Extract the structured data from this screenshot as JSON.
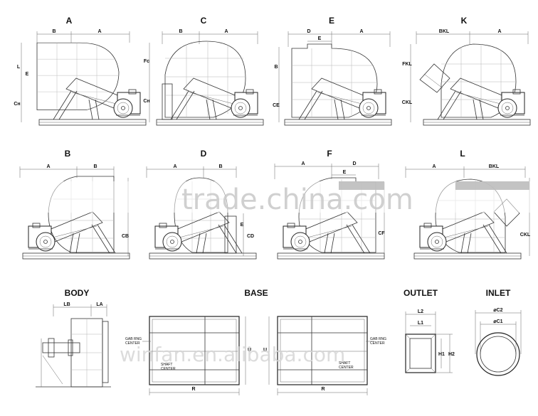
{
  "top_row": [
    {
      "letter": "A",
      "dim_left": "B",
      "dim_right": "A",
      "side_h1": "L",
      "side_e": "E",
      "side_h2": "Cн"
    },
    {
      "letter": "C",
      "dim_left": "B",
      "dim_right": "A",
      "side_h1": "Fc",
      "side_h2": "Cн"
    },
    {
      "letter": "E",
      "dim_left": "D",
      "dim_right": "A",
      "dim_small": "E",
      "side_h1": "B",
      "side_h2": "CE"
    },
    {
      "letter": "K",
      "dim_left": "BKL",
      "dim_right": "A",
      "side_h1": "FKL",
      "side_h2": "CKL"
    }
  ],
  "mid_row": [
    {
      "letter": "B",
      "dim_left": "A",
      "dim_right": "B",
      "side_h2": "CB"
    },
    {
      "letter": "D",
      "dim_left": "A",
      "dim_right": "B",
      "side_e": "E",
      "side_h2": "CD"
    },
    {
      "letter": "F",
      "dim_left": "A",
      "dim_right": "D",
      "dim_small": "E",
      "side_h2": "CF"
    },
    {
      "letter": "L",
      "dim_left": "A",
      "dim_right": "BKL",
      "side_h2": "CKL"
    }
  ],
  "body": {
    "title": "BODY",
    "dim_1": "LB",
    "dim_2": "LA"
  },
  "base": {
    "title": "BASE",
    "left": {
      "bearing_label": "GAB RNG",
      "bearing_label_2": "CENTER",
      "shaft_label": "SHAFT",
      "shaft_label_2": "CENTER",
      "dim_bottom": "R",
      "dim_side": "U"
    },
    "right": {
      "bearing_label": "GAB RNG",
      "bearing_label_2": "CENTER",
      "shaft_label": "SHAFT",
      "shaft_label_2": "CENTER",
      "dim_bottom": "R",
      "dim_side": "U"
    }
  },
  "outlet": {
    "title": "OUTLET",
    "dim_top_outer": "L2",
    "dim_top_inner": "L1",
    "dim_side_inner": "H1",
    "dim_side_outer": "H2"
  },
  "inlet": {
    "title": "INLET",
    "dim_outer": "⌀C2",
    "dim_inner": "⌀C1"
  },
  "watermarks": {
    "top": "trade.china.com",
    "bottom": "winfan.en.alibaba.com"
  }
}
